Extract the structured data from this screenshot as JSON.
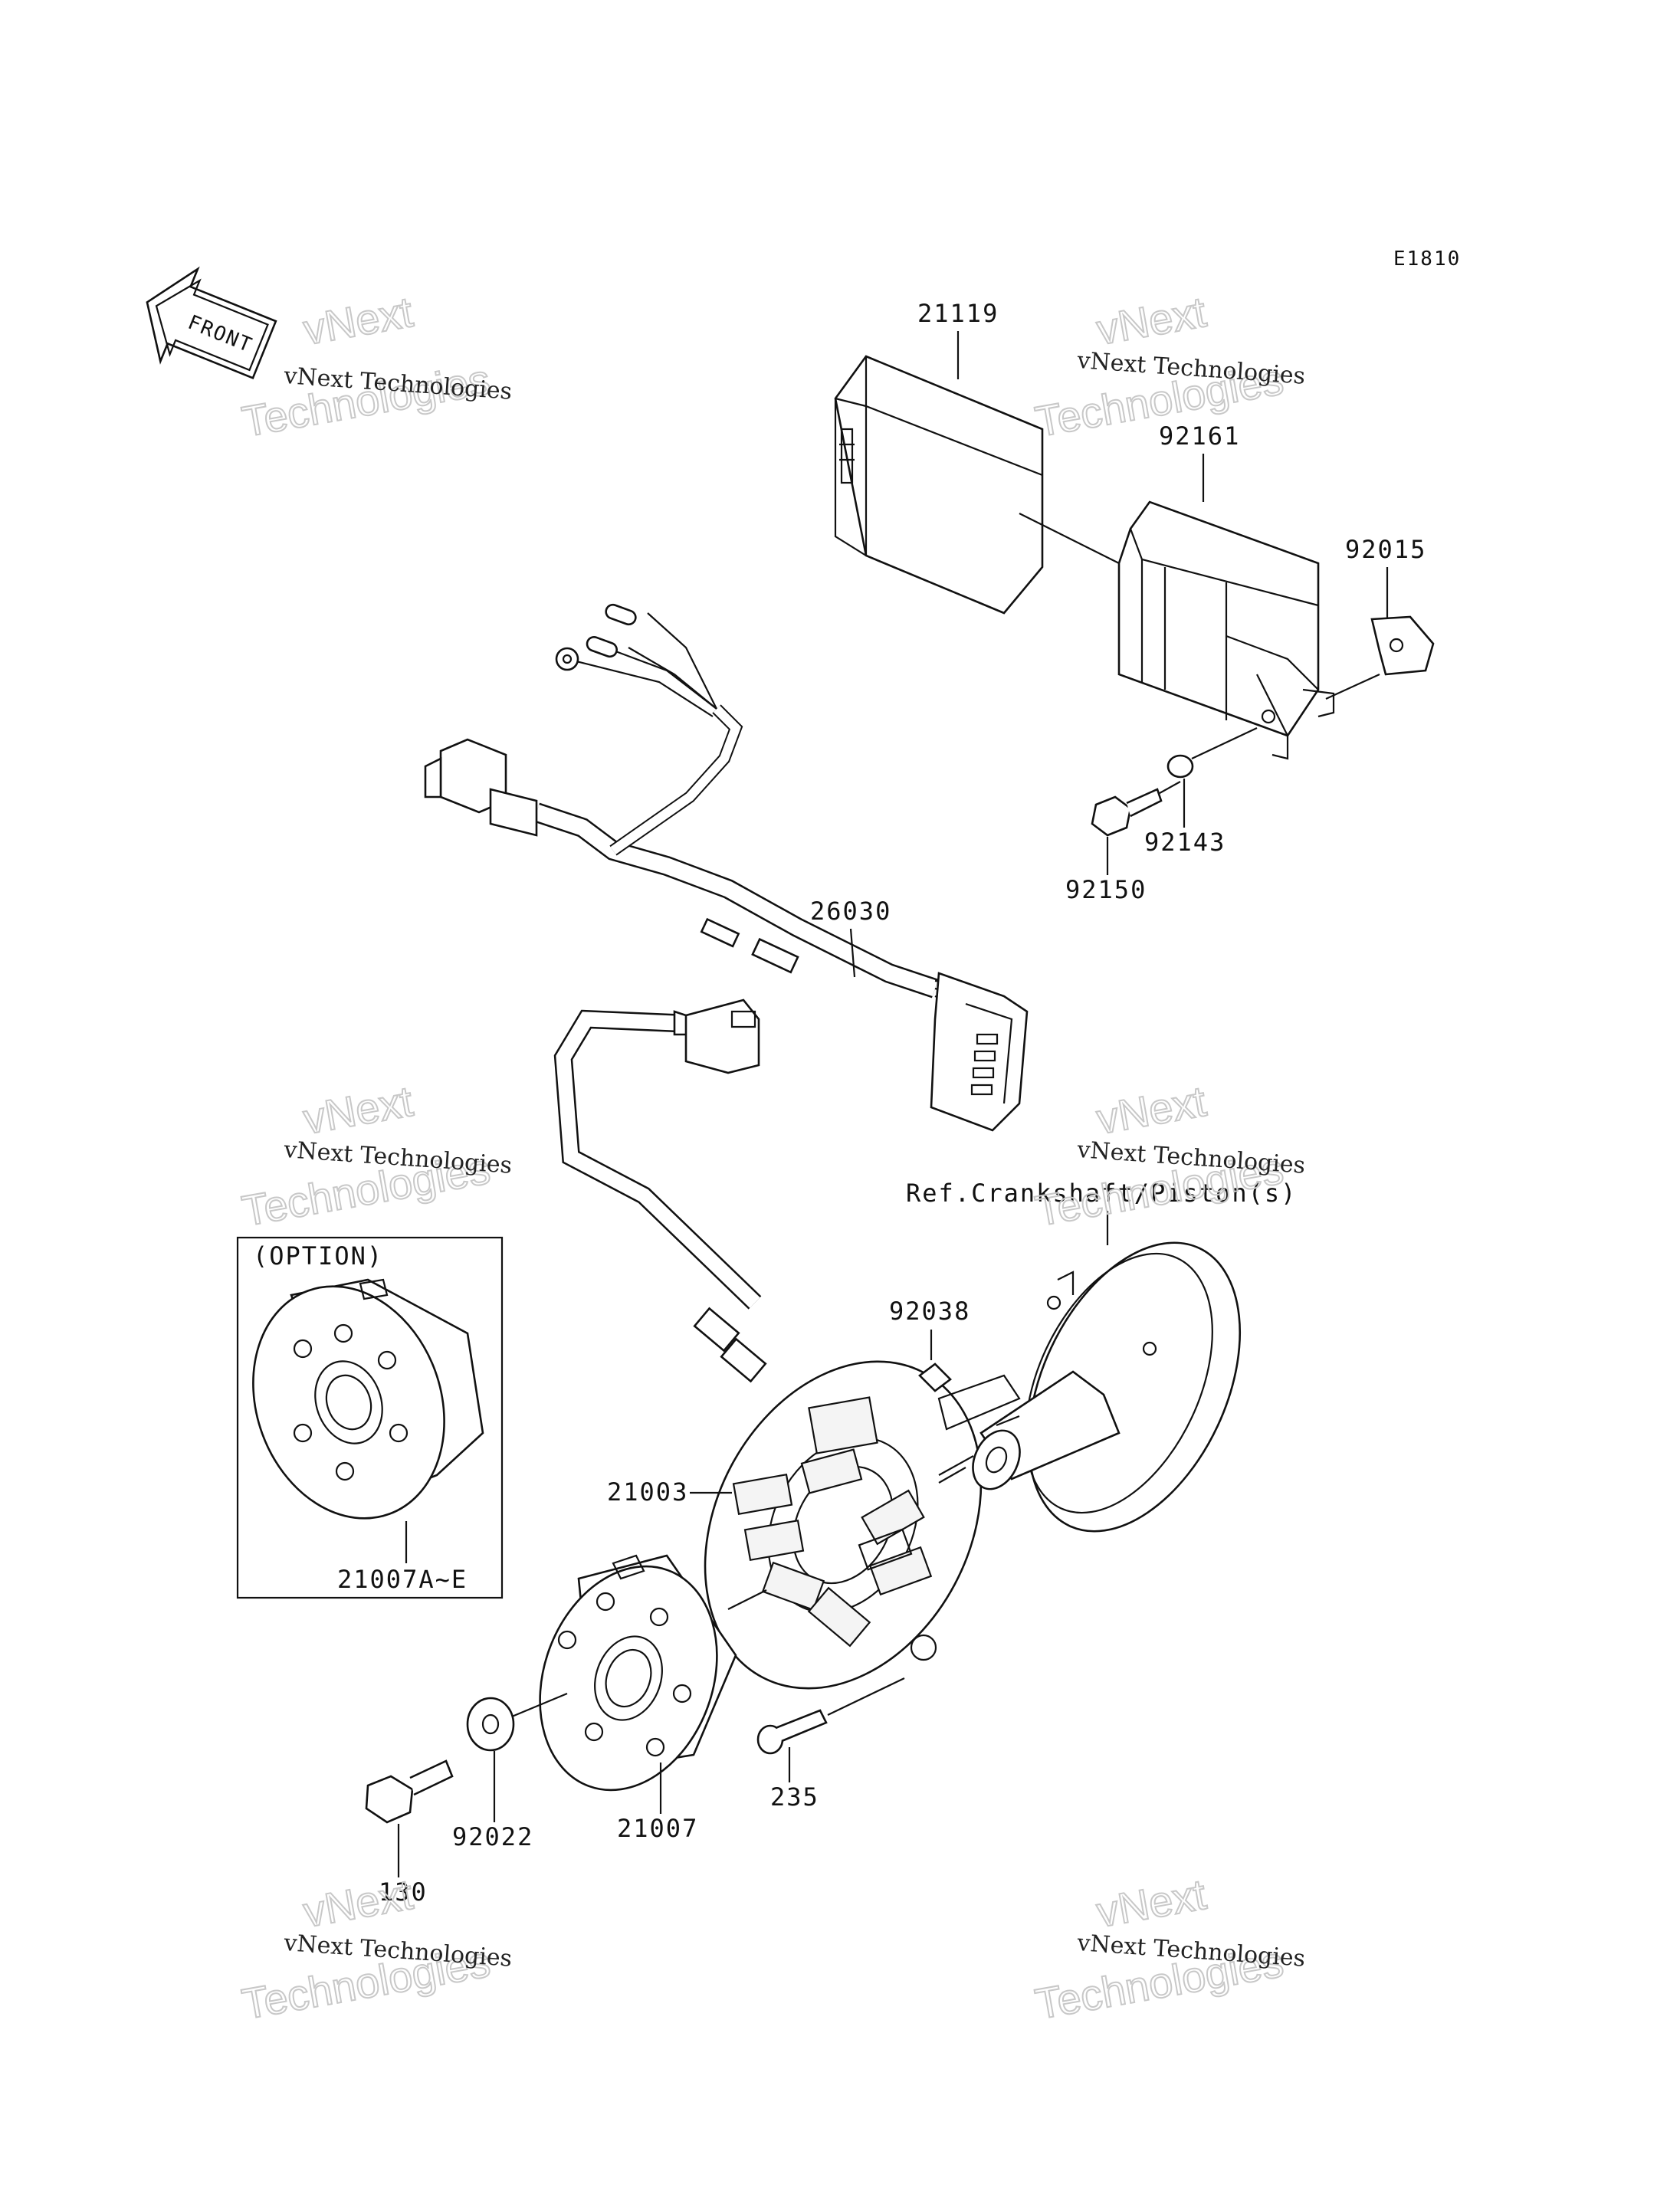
{
  "diagram_code": "E1810",
  "front_label": "FRONT",
  "parts": {
    "p21119": "21119",
    "p92161": "92161",
    "p92015": "92015",
    "p92143": "92143",
    "p92150": "92150",
    "p26030": "26030",
    "p92038": "92038",
    "p21003": "21003",
    "p21007": "21007",
    "p21007ae": "21007A~E",
    "p235": "235",
    "p92022": "92022",
    "p130": "130"
  },
  "ref_note": "Ref.Crankshaft/Piston(s)",
  "option_label": "(OPTION)",
  "watermark": {
    "line1": "vNext Technologies",
    "line2": "vNext",
    "line3": "Technologies"
  }
}
